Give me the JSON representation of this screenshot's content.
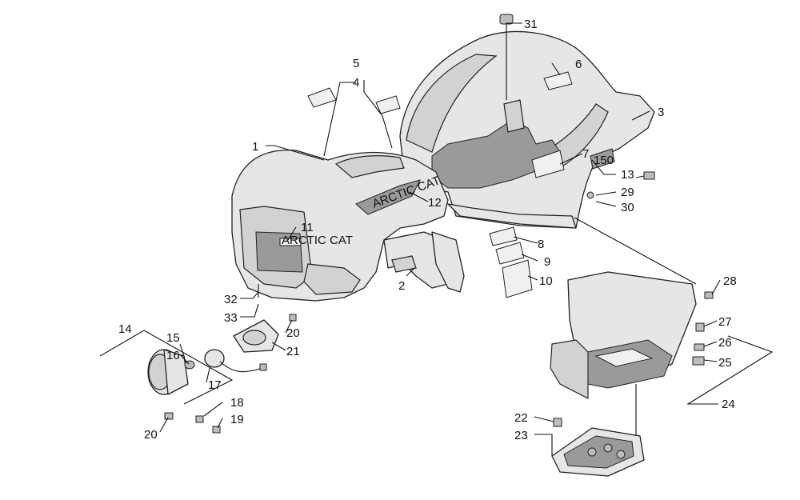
{
  "callouts": [
    {
      "id": "c1",
      "text": "1"
    },
    {
      "id": "c2",
      "text": "2"
    },
    {
      "id": "c3",
      "text": "3"
    },
    {
      "id": "c4",
      "text": "4"
    },
    {
      "id": "c5",
      "text": "5"
    },
    {
      "id": "c6",
      "text": "6"
    },
    {
      "id": "c7",
      "text": "7"
    },
    {
      "id": "c8",
      "text": "8"
    },
    {
      "id": "c9",
      "text": "9"
    },
    {
      "id": "c10",
      "text": "10"
    },
    {
      "id": "c11",
      "text": "11"
    },
    {
      "id": "c12",
      "text": "12"
    },
    {
      "id": "c13",
      "text": "13"
    },
    {
      "id": "c14",
      "text": "14"
    },
    {
      "id": "c15",
      "text": "15"
    },
    {
      "id": "c16",
      "text": "16"
    },
    {
      "id": "c17",
      "text": "17"
    },
    {
      "id": "c18",
      "text": "18"
    },
    {
      "id": "c19",
      "text": "19"
    },
    {
      "id": "c20a",
      "text": "20"
    },
    {
      "id": "c20b",
      "text": "20"
    },
    {
      "id": "c21",
      "text": "21"
    },
    {
      "id": "c22",
      "text": "22"
    },
    {
      "id": "c23",
      "text": "23"
    },
    {
      "id": "c24",
      "text": "24"
    },
    {
      "id": "c25",
      "text": "25"
    },
    {
      "id": "c26",
      "text": "26"
    },
    {
      "id": "c27",
      "text": "27"
    },
    {
      "id": "c28",
      "text": "28"
    },
    {
      "id": "c29",
      "text": "29"
    },
    {
      "id": "c30",
      "text": "30"
    },
    {
      "id": "c31",
      "text": "31"
    },
    {
      "id": "c32",
      "text": "32"
    },
    {
      "id": "c33",
      "text": "33"
    }
  ],
  "hood_decal_text": "ARCTIC CAT",
  "grille_badge_text": "ARCTIC CAT",
  "side_decal_text": "150"
}
